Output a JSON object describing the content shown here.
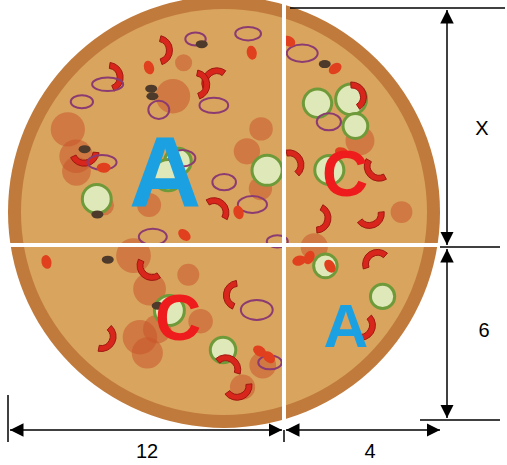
{
  "diagram": {
    "labels": [
      "A",
      "C",
      "C",
      "A",
      "X",
      "6",
      "12",
      "4"
    ]
  }
}
